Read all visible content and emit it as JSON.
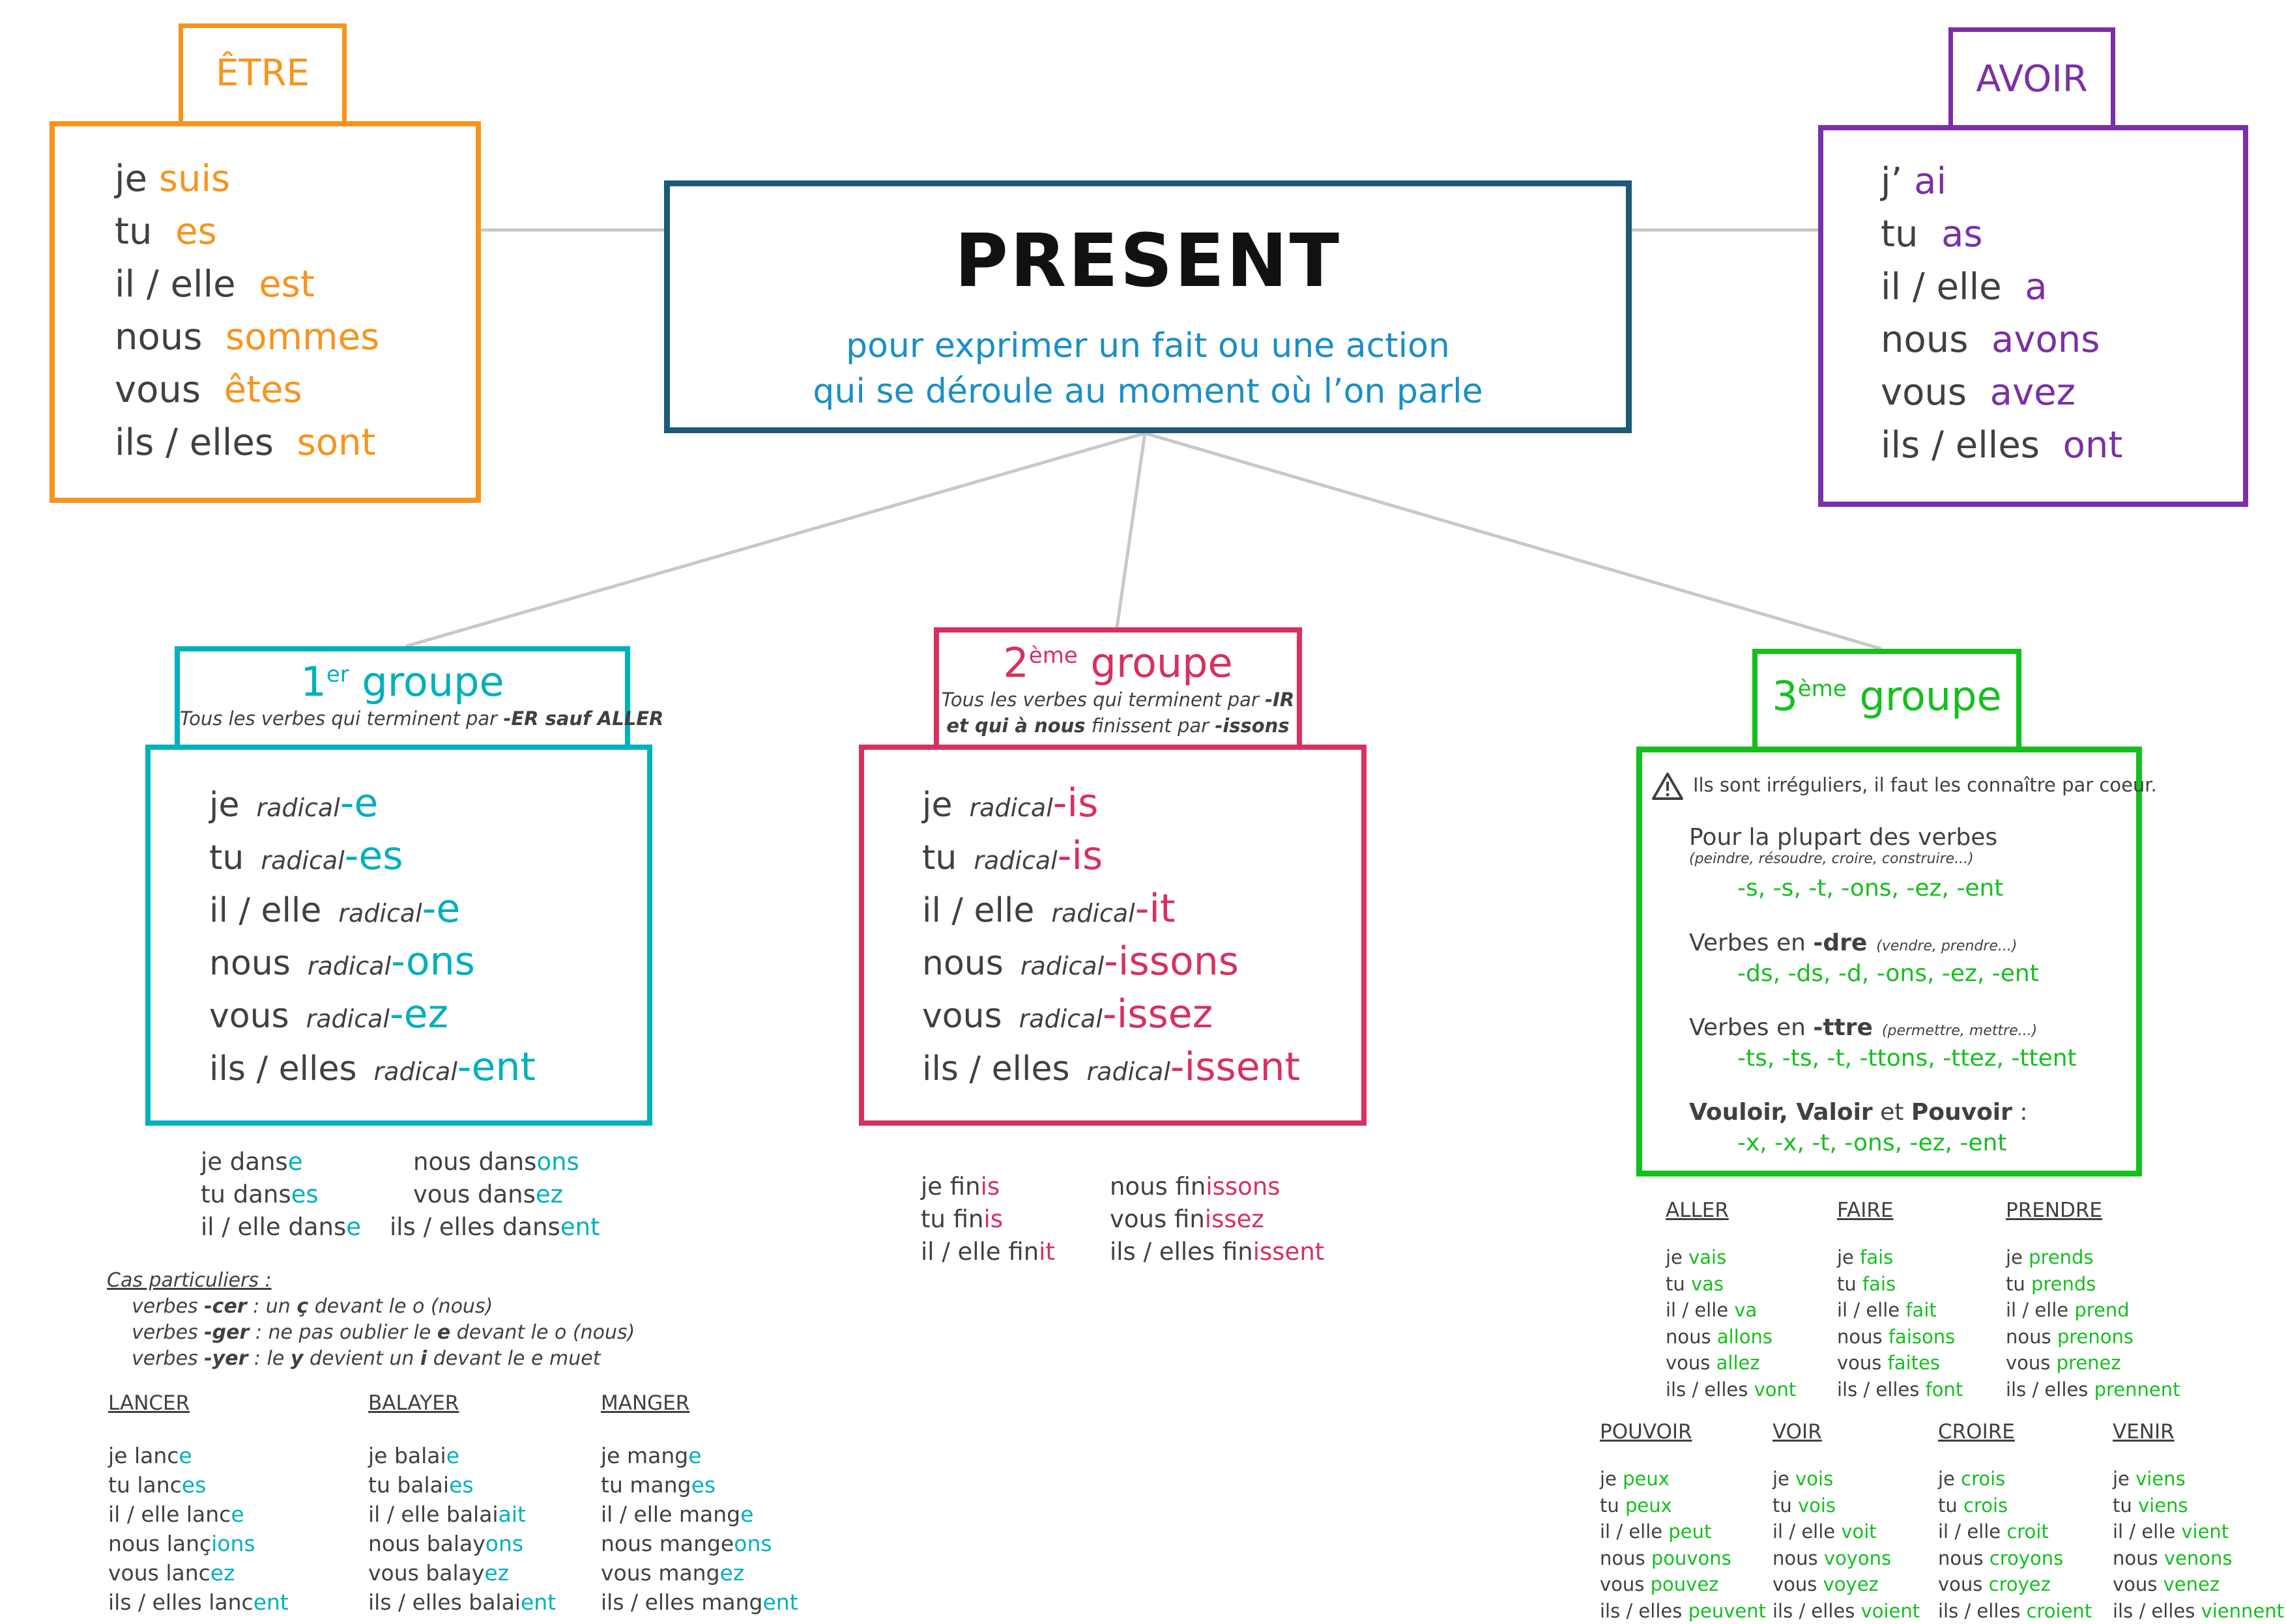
{
  "etre": {
    "title": "ÊTRE",
    "lines": [
      {
        "p": "je ",
        "e": "suis"
      },
      {
        "p": "tu  ",
        "e": "es"
      },
      {
        "p": "il / elle  ",
        "e": "est"
      },
      {
        "p": "nous  ",
        "e": "sommes"
      },
      {
        "p": "vous  ",
        "e": "êtes"
      },
      {
        "p": "ils / elles  ",
        "e": "sont"
      }
    ]
  },
  "avoir": {
    "title": "AVOIR",
    "lines": [
      {
        "p": "j’ ",
        "e": "ai"
      },
      {
        "p": "tu  ",
        "e": "as"
      },
      {
        "p": "il / elle  ",
        "e": "a"
      },
      {
        "p": "nous  ",
        "e": "avons"
      },
      {
        "p": "vous  ",
        "e": "avez"
      },
      {
        "p": "ils / elles  ",
        "e": "ont"
      }
    ]
  },
  "present": {
    "title": "PRESENT",
    "subtitle_line1": "pour exprimer un fait ou une action",
    "subtitle_line2": "qui se déroule au moment où l’on parle"
  },
  "group1": {
    "num": "1",
    "sup": "er",
    "word": " groupe",
    "subtitle": [
      {
        "t": "Tous les verbes qui terminent par ",
        "b": false
      },
      {
        "t": "-ER sauf ALLER",
        "b": true
      }
    ],
    "radical": "radical",
    "lines": [
      {
        "p": "je",
        "e": "-e"
      },
      {
        "p": "tu",
        "e": "-es"
      },
      {
        "p": "il / elle",
        "e": "-e"
      },
      {
        "p": "nous",
        "e": "-ons"
      },
      {
        "p": "vous",
        "e": "-ez"
      },
      {
        "p": "ils / elles",
        "e": "-ent"
      }
    ],
    "examples_left": [
      {
        "p": "je dans",
        "e": "e"
      },
      {
        "p": "tu dans",
        "e": "es"
      },
      {
        "p": "il / elle dans",
        "e": "e"
      }
    ],
    "examples_right": [
      {
        "p": "nous dans",
        "e": "ons"
      },
      {
        "p": "vous dans",
        "e": "ez"
      },
      {
        "p": "ils / elles dans",
        "e": "ent"
      }
    ],
    "cas_title": "Cas particuliers :",
    "cas": [
      [
        {
          "t": "verbes ",
          "b": false
        },
        {
          "t": "-cer",
          "b": true
        },
        {
          "t": " : un ",
          "b": false
        },
        {
          "t": "ç",
          "b": true
        },
        {
          "t": " devant le o (nous)",
          "b": false
        }
      ],
      [
        {
          "t": "verbes ",
          "b": false
        },
        {
          "t": "-ger",
          "b": true
        },
        {
          "t": " : ne pas oublier le ",
          "b": false
        },
        {
          "t": "e",
          "b": true
        },
        {
          "t": " devant le o (nous)",
          "b": false
        }
      ],
      [
        {
          "t": "verbes ",
          "b": false
        },
        {
          "t": "-yer",
          "b": true
        },
        {
          "t": " : le ",
          "b": false
        },
        {
          "t": "y",
          "b": true
        },
        {
          "t": " devient un ",
          "b": false
        },
        {
          "t": "i",
          "b": true
        },
        {
          "t": " devant le e muet",
          "b": false
        }
      ]
    ],
    "verbs": [
      {
        "name": "LANCER",
        "lines": [
          {
            "p": "je lanc",
            "e": "e"
          },
          {
            "p": "tu lanc",
            "e": "es"
          },
          {
            "p": "il / elle lanc",
            "e": "e"
          },
          {
            "p": "nous lanç",
            "e": "ions"
          },
          {
            "p": "vous lanc",
            "e": "ez"
          },
          {
            "p": "ils / elles lanc",
            "e": "ent"
          }
        ]
      },
      {
        "name": "BALAYER",
        "lines": [
          {
            "p": "je balai",
            "e": "e"
          },
          {
            "p": "tu balai",
            "e": "es"
          },
          {
            "p": "il / elle balai",
            "e": "ait"
          },
          {
            "p": "nous balay",
            "e": "ons"
          },
          {
            "p": "vous balay",
            "e": "ez"
          },
          {
            "p": "ils / elles balai",
            "e": "ent"
          }
        ]
      },
      {
        "name": "MANGER",
        "lines": [
          {
            "p": "je mang",
            "e": "e"
          },
          {
            "p": "tu mang",
            "e": "es"
          },
          {
            "p": "il / elle mang",
            "e": "e"
          },
          {
            "p": "nous mange",
            "e": "ons"
          },
          {
            "p": "vous mang",
            "e": "ez"
          },
          {
            "p": "ils / elles mang",
            "e": "ent"
          }
        ]
      }
    ]
  },
  "group2": {
    "num": "2",
    "sup": "ème",
    "word": " groupe",
    "subtitle1": [
      {
        "t": "Tous les verbes qui terminent par ",
        "b": false
      },
      {
        "t": "-IR",
        "b": true
      }
    ],
    "subtitle2": [
      {
        "t": "et qui à ",
        "b": true
      },
      {
        "t": "nous",
        "b": true
      },
      {
        "t": " finissent par ",
        "b": false
      },
      {
        "t": "-issons",
        "b": true
      }
    ],
    "radical": "radical",
    "lines": [
      {
        "p": "je",
        "e": "-is"
      },
      {
        "p": "tu",
        "e": "-is"
      },
      {
        "p": "il / elle",
        "e": "-it"
      },
      {
        "p": "nous",
        "e": "-issons"
      },
      {
        "p": "vous",
        "e": "-issez"
      },
      {
        "p": "ils / elles",
        "e": "-issent"
      }
    ],
    "examples_left": [
      {
        "p": "je fin",
        "e": "is"
      },
      {
        "p": "tu fin",
        "e": "is"
      },
      {
        "p": "il / elle fin",
        "e": "it"
      }
    ],
    "examples_right": [
      {
        "p": "nous fin",
        "e": "issons"
      },
      {
        "p": "vous fin",
        "e": "issez"
      },
      {
        "p": "ils / elles fin",
        "e": "issent"
      }
    ]
  },
  "group3": {
    "num": "3",
    "sup": "ème",
    "word": " groupe",
    "warning": "Ils sont irréguliers, il faut les connaître par coeur.",
    "rules": [
      {
        "head": [
          {
            "t": "Pour la plupart des verbes",
            "b": false
          }
        ],
        "note": "(peindre, résoudre, croire, construire...)",
        "endings": "-s, -s, -t, -ons, -ez, -ent"
      },
      {
        "head": [
          {
            "t": "Verbes en ",
            "b": false
          },
          {
            "t": "-dre",
            "b": true
          }
        ],
        "note": "(vendre, prendre...)",
        "endings": "-ds, -ds, -d, -ons, -ez, -ent"
      },
      {
        "head": [
          {
            "t": "Verbes en ",
            "b": false
          },
          {
            "t": "-ttre",
            "b": true
          }
        ],
        "note": "(permettre, mettre...)",
        "endings": "-ts, -ts, -t, -ttons, -ttez, -ttent"
      },
      {
        "head": [
          {
            "t": "Vouloir, Valoir",
            "b": true
          },
          {
            "t": " et ",
            "b": false
          },
          {
            "t": "Pouvoir",
            "b": true
          },
          {
            "t": " :",
            "b": false
          }
        ],
        "note": "",
        "endings": "-x, -x, -t, -ons, -ez, -ent"
      }
    ],
    "verbs": [
      {
        "name": "ALLER",
        "lines": [
          {
            "p": "je ",
            "e": "vais"
          },
          {
            "p": "tu ",
            "e": "vas"
          },
          {
            "p": "il / elle ",
            "e": "va"
          },
          {
            "p": "nous ",
            "e": "allons"
          },
          {
            "p": "vous ",
            "e": "allez"
          },
          {
            "p": "ils / elles ",
            "e": "vont"
          }
        ]
      },
      {
        "name": "FAIRE",
        "lines": [
          {
            "p": "je ",
            "e": "fais"
          },
          {
            "p": "tu ",
            "e": "fais"
          },
          {
            "p": "il / elle ",
            "e": "fait"
          },
          {
            "p": "nous ",
            "e": "faisons"
          },
          {
            "p": "vous ",
            "e": "faites"
          },
          {
            "p": "ils / elles ",
            "e": "font"
          }
        ]
      },
      {
        "name": "PRENDRE",
        "lines": [
          {
            "p": "je ",
            "e": "prends"
          },
          {
            "p": "tu ",
            "e": "prends"
          },
          {
            "p": "il / elle ",
            "e": "prend"
          },
          {
            "p": "nous ",
            "e": "prenons"
          },
          {
            "p": "vous ",
            "e": "prenez"
          },
          {
            "p": "ils / elles ",
            "e": "prennent"
          }
        ]
      },
      {
        "name": "POUVOIR",
        "lines": [
          {
            "p": "je ",
            "e": "peux"
          },
          {
            "p": "tu ",
            "e": "peux"
          },
          {
            "p": "il / elle ",
            "e": "peut"
          },
          {
            "p": "nous ",
            "e": "pouvons"
          },
          {
            "p": "vous ",
            "e": "pouvez"
          },
          {
            "p": "ils / elles ",
            "e": "peuvent"
          }
        ]
      },
      {
        "name": "VOIR",
        "lines": [
          {
            "p": "je ",
            "e": "vois"
          },
          {
            "p": "tu ",
            "e": "vois"
          },
          {
            "p": "il / elle ",
            "e": "voit"
          },
          {
            "p": "nous ",
            "e": "voyons"
          },
          {
            "p": "vous ",
            "e": "voyez"
          },
          {
            "p": "ils / elles ",
            "e": "voient"
          }
        ]
      },
      {
        "name": "CROIRE",
        "lines": [
          {
            "p": "je ",
            "e": "crois"
          },
          {
            "p": "tu ",
            "e": "crois"
          },
          {
            "p": "il / elle ",
            "e": "croit"
          },
          {
            "p": "nous ",
            "e": "croyons"
          },
          {
            "p": "vous ",
            "e": "croyez"
          },
          {
            "p": "ils / elles ",
            "e": "croient"
          }
        ]
      },
      {
        "name": "VENIR",
        "lines": [
          {
            "p": "je ",
            "e": "viens"
          },
          {
            "p": "tu ",
            "e": "viens"
          },
          {
            "p": "il / elle ",
            "e": "vient"
          },
          {
            "p": "nous ",
            "e": "venons"
          },
          {
            "p": "vous ",
            "e": "venez"
          },
          {
            "p": "ils / elles ",
            "e": "viennent"
          }
        ]
      }
    ]
  },
  "colors": {
    "etre": "#f7941d",
    "avoir": "#7b2fa8",
    "present": "#1d5a78",
    "subtitle": "#1a8fc6",
    "group1": "#00b0bd",
    "group2": "#d8305f",
    "group3": "#14c01e",
    "text": "#404040",
    "connector": "#c8c8c8"
  }
}
